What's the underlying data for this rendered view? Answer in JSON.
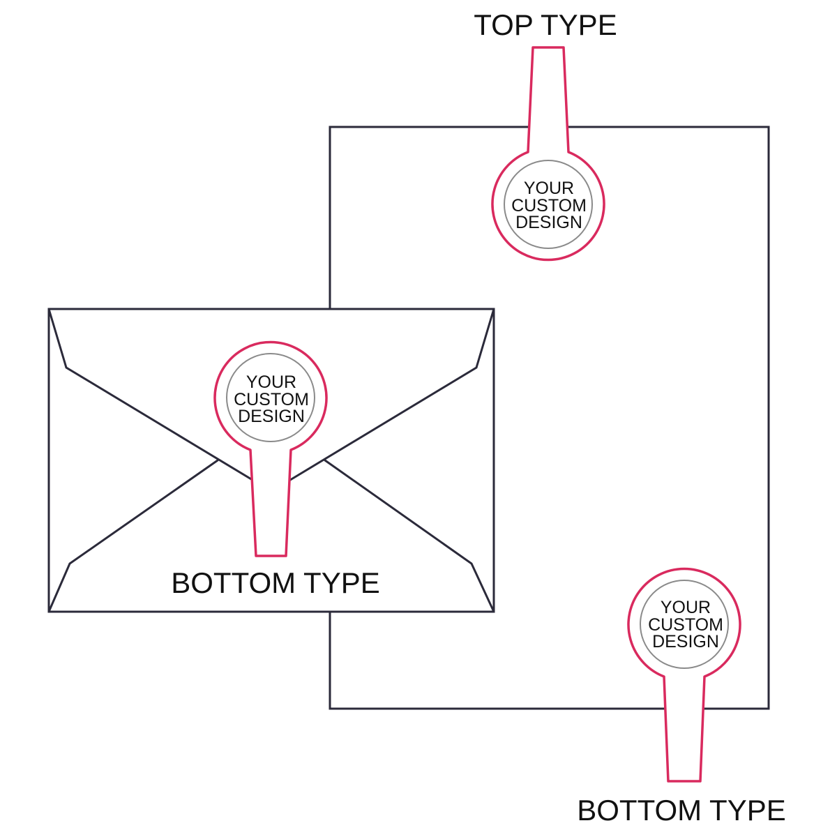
{
  "labels": {
    "top_type": "TOP TYPE",
    "envelope_bottom_type": "BOTTOM TYPE",
    "paper_bottom_type": "BOTTOM TYPE"
  },
  "seals": [
    {
      "placement": "top of paper",
      "lines": [
        "YOUR",
        "CUSTOM",
        "DESIGN"
      ]
    },
    {
      "placement": "envelope flap",
      "lines": [
        "YOUR",
        "CUSTOM",
        "DESIGN"
      ]
    },
    {
      "placement": "bottom of paper",
      "lines": [
        "YOUR",
        "CUSTOM",
        "DESIGN"
      ]
    }
  ],
  "colors": {
    "seal_outline": "#d92a5e",
    "seal_inner_ring": "#8a8a8a",
    "paper_and_envelope_outline": "#2b2a3a",
    "background": "#ffffff"
  }
}
